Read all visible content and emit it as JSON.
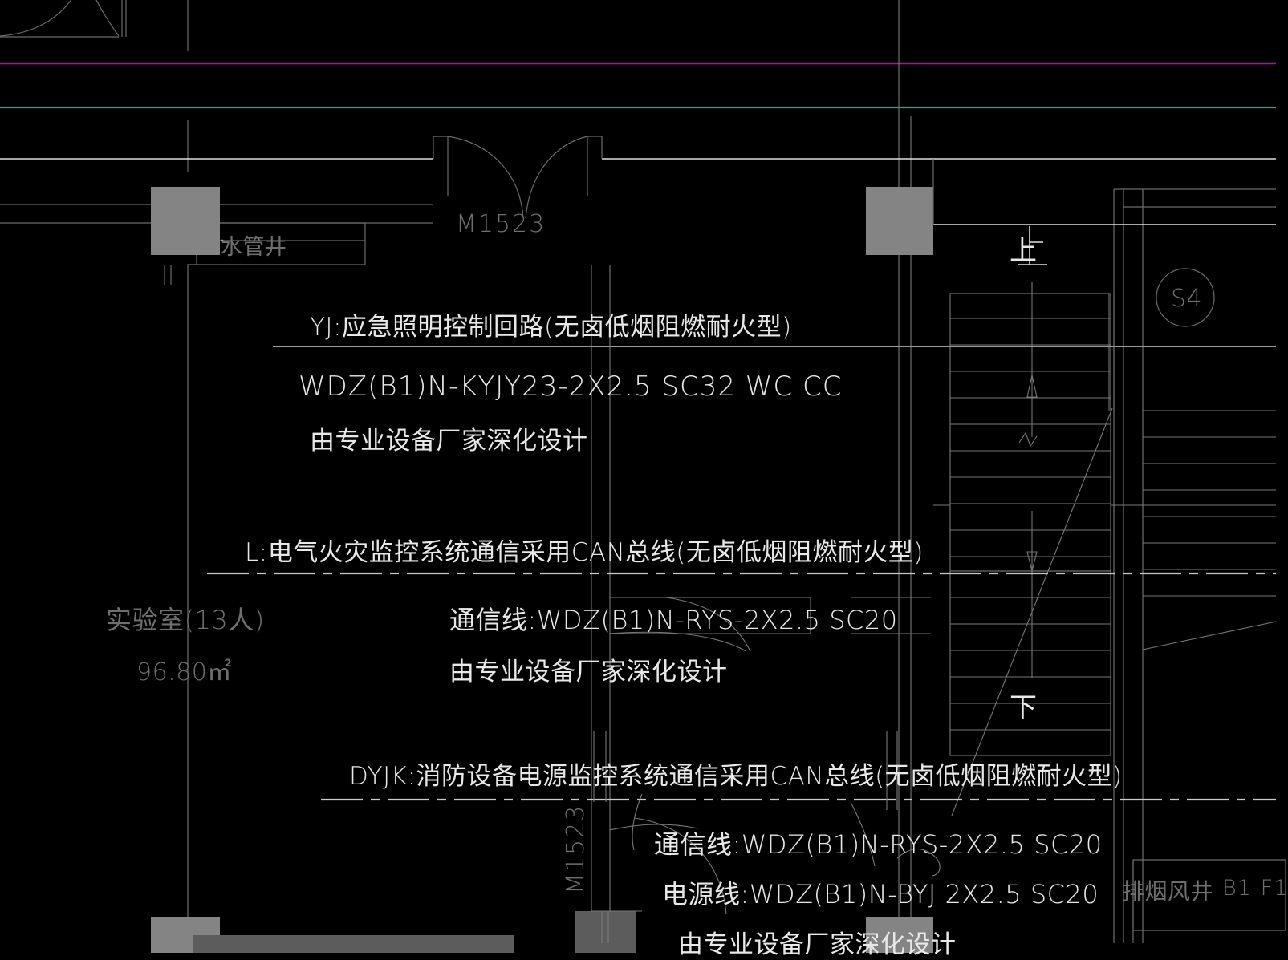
{
  "drawing": {
    "type": "electrical-floor-plan",
    "background_color": "#000000",
    "line_color_primary": "#8a8a8a",
    "line_color_bright": "#e8e8e8",
    "accent_magenta": "#c000c0",
    "accent_cyan": "#00b3b3",
    "column_fill": "#848484"
  },
  "room_label": {
    "name": "实验室(13人)",
    "area": "96.80㎡"
  },
  "shaft_labels": {
    "water_pipe_shaft": "水管井",
    "smoke_exhaust_shaft": "排烟风井",
    "smoke_exhaust_range": "B1-F1"
  },
  "door_tags": {
    "door_top": "M1523",
    "door_bottom": "M1523"
  },
  "stair_markers": {
    "up": "上",
    "down": "下",
    "stair_id": "S4"
  },
  "annotations": [
    {
      "id": "yj",
      "title": "YJ:应急照明控制回路(无卤低烟阻燃耐火型)",
      "spec": "WDZ(B1)N-KYJY23-2X2.5  SC32  WC  CC",
      "note": "由专业设备厂家深化设计"
    },
    {
      "id": "l",
      "title": "L:电气火灾监控系统通信采用CAN总线(无卤低烟阻燃耐火型)",
      "comm_line": "通信线:WDZ(B1)N-RYS-2X2.5  SC20",
      "note": "由专业设备厂家深化设计"
    },
    {
      "id": "dyjk",
      "title": "DYJK:消防设备电源监控系统通信采用CAN总线(无卤低烟阻燃耐火型)",
      "comm_line": "通信线:WDZ(B1)N-RYS-2X2.5  SC20",
      "power_line": "电源线:WDZ(B1)N-BYJ 2X2.5  SC20",
      "note": "由专业设备厂家深化设计"
    }
  ]
}
